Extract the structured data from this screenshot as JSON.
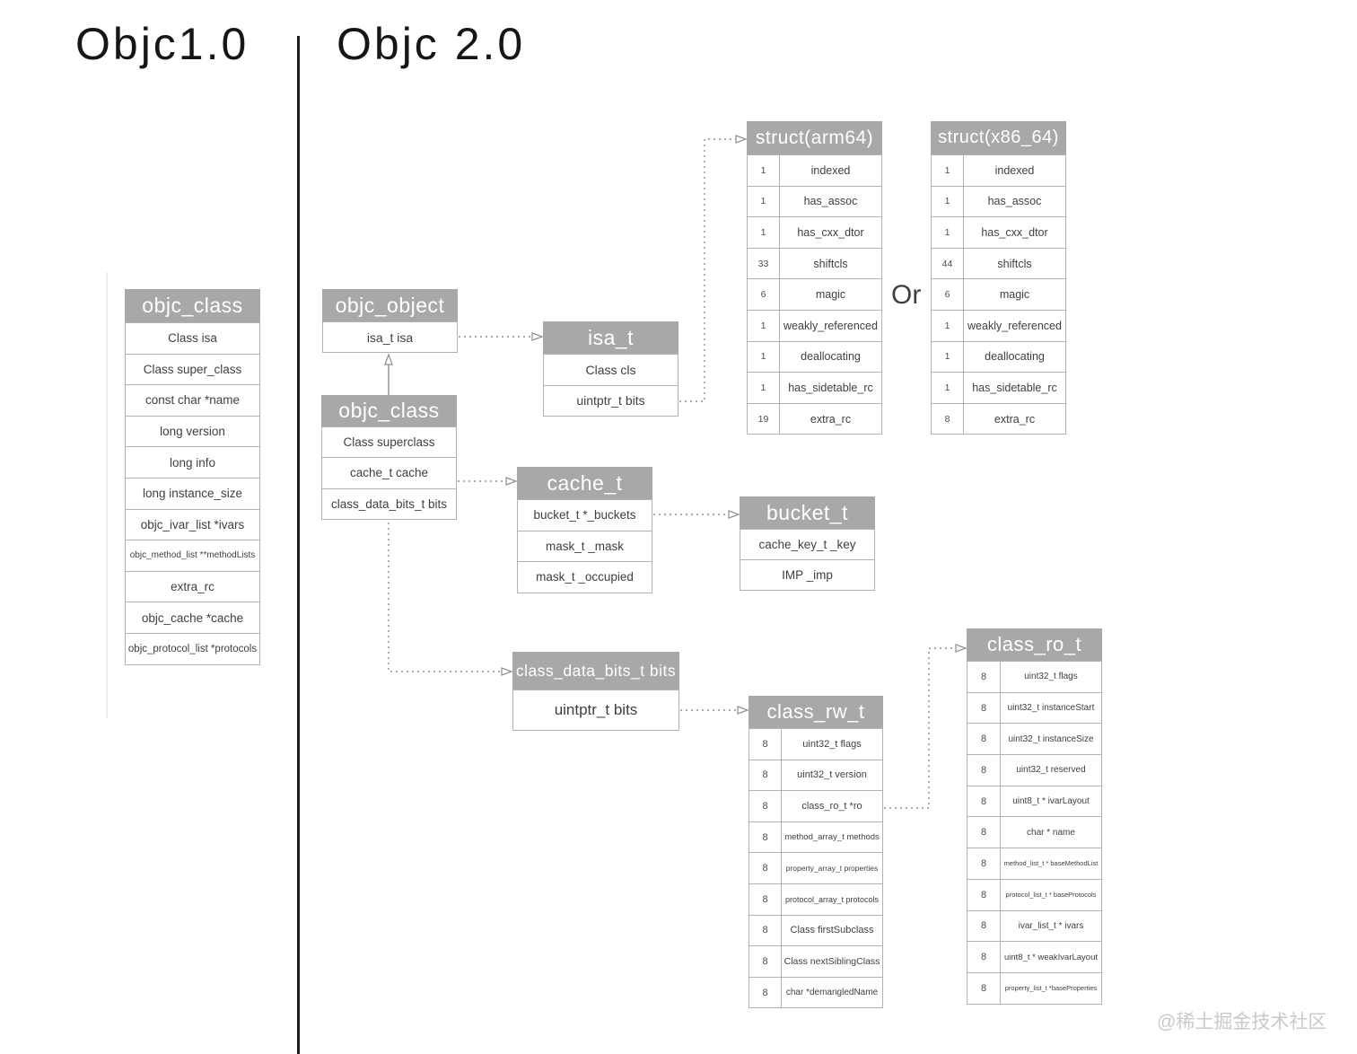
{
  "titles": {
    "left": "Objc1.0",
    "right": "Objc 2.0"
  },
  "labels": {
    "or": "Or",
    "watermark": "@稀土掘金技术社区"
  },
  "colors": {
    "header_bg": "#a8a8a8",
    "header_text": "#ffffff",
    "border": "#b2b2b2",
    "body_text": "#3f3f3f",
    "connector": "#8f8f8f",
    "divider": "#1d1d1d",
    "watermark": "#c9c9c9"
  },
  "tables": {
    "objc_class_v1": {
      "title": "objc_class",
      "rows": [
        "Class isa",
        "Class super_class",
        "const char *name",
        "long version",
        "long info",
        "long instance_size",
        "objc_ivar_list *ivars",
        "objc_method_list **methodLists",
        "extra_rc",
        "objc_cache *cache",
        "objc_protocol_list *protocols"
      ]
    },
    "objc_object": {
      "title": "objc_object",
      "rows": [
        "isa_t isa"
      ]
    },
    "objc_class_v2": {
      "title": "objc_class",
      "rows": [
        "Class superclass",
        "cache_t cache",
        "class_data_bits_t bits"
      ]
    },
    "isa_t": {
      "title": "isa_t",
      "rows": [
        "Class cls",
        "uintptr_t bits"
      ]
    },
    "struct_arm64": {
      "title": "struct(arm64)",
      "rows": [
        {
          "size": "1",
          "label": "indexed"
        },
        {
          "size": "1",
          "label": "has_assoc"
        },
        {
          "size": "1",
          "label": "has_cxx_dtor"
        },
        {
          "size": "33",
          "label": "shiftcls"
        },
        {
          "size": "6",
          "label": "magic"
        },
        {
          "size": "1",
          "label": "weakly_referenced"
        },
        {
          "size": "1",
          "label": "deallocating"
        },
        {
          "size": "1",
          "label": "has_sidetable_rc"
        },
        {
          "size": "19",
          "label": "extra_rc"
        }
      ]
    },
    "struct_x86_64": {
      "title": "struct(x86_64)",
      "rows": [
        {
          "size": "1",
          "label": "indexed"
        },
        {
          "size": "1",
          "label": "has_assoc"
        },
        {
          "size": "1",
          "label": "has_cxx_dtor"
        },
        {
          "size": "44",
          "label": "shiftcls"
        },
        {
          "size": "6",
          "label": "magic"
        },
        {
          "size": "1",
          "label": "weakly_referenced"
        },
        {
          "size": "1",
          "label": "deallocating"
        },
        {
          "size": "1",
          "label": "has_sidetable_rc"
        },
        {
          "size": "8",
          "label": "extra_rc"
        }
      ]
    },
    "cache_t": {
      "title": "cache_t",
      "rows": [
        "bucket_t *_buckets",
        "mask_t _mask",
        "mask_t _occupied"
      ]
    },
    "bucket_t": {
      "title": "bucket_t",
      "rows": [
        "cache_key_t _key",
        "IMP _imp"
      ]
    },
    "class_data_bits_t": {
      "title": "class_data_bits_t bits",
      "rows": [
        "uintptr_t bits"
      ]
    },
    "class_rw_t": {
      "title": "class_rw_t",
      "rows": [
        {
          "size": "8",
          "label": "uint32_t flags"
        },
        {
          "size": "8",
          "label": "uint32_t version"
        },
        {
          "size": "8",
          "label": "class_ro_t *ro"
        },
        {
          "size": "8",
          "label": "method_array_t methods"
        },
        {
          "size": "8",
          "label": "property_array_t properties"
        },
        {
          "size": "8",
          "label": "protocol_array_t protocols"
        },
        {
          "size": "8",
          "label": "Class firstSubclass"
        },
        {
          "size": "8",
          "label": "Class nextSiblingClass"
        },
        {
          "size": "8",
          "label": "char *demangledName"
        }
      ]
    },
    "class_ro_t": {
      "title": "class_ro_t",
      "rows": [
        {
          "size": "8",
          "label": "uint32_t flags"
        },
        {
          "size": "8",
          "label": "uint32_t instanceStart"
        },
        {
          "size": "8",
          "label": "uint32_t instanceSize"
        },
        {
          "size": "8",
          "label": "uint32_t reserved"
        },
        {
          "size": "8",
          "label": "uint8_t * ivarLayout"
        },
        {
          "size": "8",
          "label": "char * name"
        },
        {
          "size": "8",
          "label": "method_list_t * baseMethodList"
        },
        {
          "size": "8",
          "label": "protocol_list_t * baseProtocols"
        },
        {
          "size": "8",
          "label": "ivar_list_t * ivars"
        },
        {
          "size": "8",
          "label": "uint8_t * weakIvarLayout"
        },
        {
          "size": "8",
          "label": "property_list_t *baseProperties"
        }
      ]
    }
  }
}
